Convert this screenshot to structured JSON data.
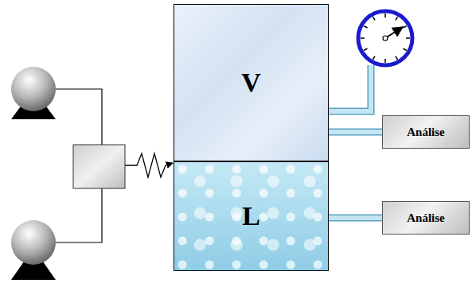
{
  "diagram": {
    "nodes": [
      {
        "text": [
          "V"
        ]
      },
      {
        "text": [
          "Análise"
        ]
      },
      {
        "text": [
          "L"
        ]
      },
      {
        "text": [
          "Análise"
        ]
      }
    ],
    "edges": [
      {
        "from": 0,
        "to": 1,
        "arrow": "none"
      },
      {
        "from": 2,
        "to": 3,
        "arrow": "none"
      }
    ]
  }
}
